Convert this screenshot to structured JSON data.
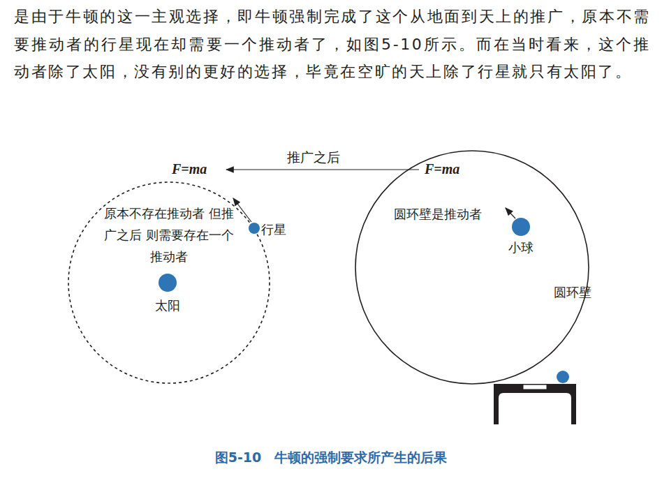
{
  "diagram": {
    "caption": "图5-10　牛顿的强制要求所产生的后果",
    "nodes": [
      {
        "text": [
          "原本不存在推动者 但推广之后 则需要存在一个推动者"
        ]
      },
      {
        "text": [
          "太阳"
        ],
        "in": 0
      },
      {
        "text": [
          "行星"
        ],
        "in": 0
      },
      {
        "text": [
          "圆环壁是推动者",
          "圆环壁"
        ]
      },
      {
        "text": [
          "小球"
        ],
        "in": 3
      }
    ],
    "labels": [
      "是由于牛顿的这一主观选择，即牛顿强制完成了这个从地面到天上的推广，原本不需要推动者的行星现在却需要一个推动者了，如图5-10所示。而在当时看来，这个推动者除了太阳，没有别的更好的选择，毕竟在空旷的天上除了行星就只有太阳了。",
      "F=ma",
      "推广之后",
      "F=ma"
    ]
  }
}
